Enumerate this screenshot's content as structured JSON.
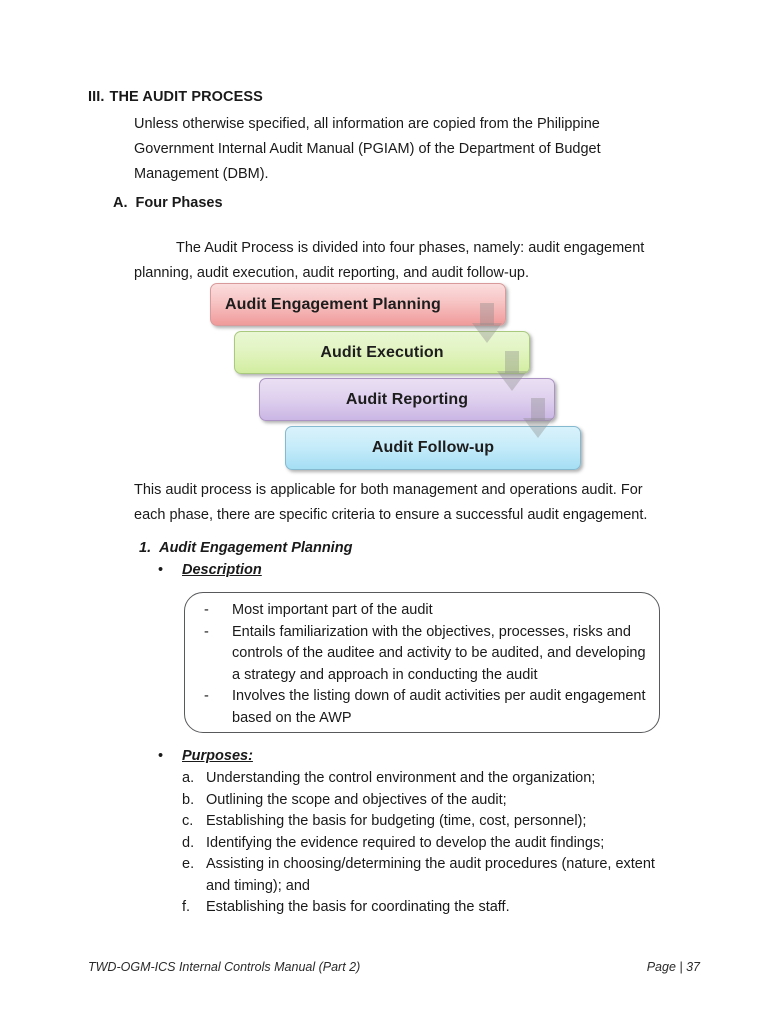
{
  "section": {
    "number": "III.",
    "title": "THE AUDIT PROCESS",
    "intro": "Unless otherwise specified, all information are copied from the Philippine Government Internal Audit Manual (PGIAM) of the Department of Budget Management (DBM)."
  },
  "subsection": {
    "letter": "A.",
    "title": "Four Phases",
    "paragraph": "The Audit Process is divided into four phases, namely: audit engagement planning, audit execution, audit reporting, and audit follow-up.",
    "closing_paragraph": "This audit process is applicable for both management and operations audit. For each phase, there are specific criteria to ensure a successful audit engagement."
  },
  "diagram": {
    "phases": [
      {
        "label": "Audit Engagement Planning",
        "color": "#f7c3c3"
      },
      {
        "label": "Audit Execution",
        "color": "#e2f4c2"
      },
      {
        "label": "Audit Reporting",
        "color": "#e0d2ef"
      },
      {
        "label": "Audit Follow-up",
        "color": "#c7ecfa"
      }
    ],
    "arrow_icon": "arrow-down-icon"
  },
  "phase_detail": {
    "number": "1.",
    "title": "Audit Engagement Planning",
    "description_label": "Description",
    "description_items": [
      "Most important part of the audit",
      "Entails familiarization with the objectives, processes, risks and controls of the auditee and activity to be audited, and developing a strategy and approach in conducting the audit",
      "Involves the listing down of audit activities per audit engagement based on the AWP"
    ],
    "purposes_label": "Purposes:",
    "purposes": [
      {
        "mark": "a.",
        "text": "Understanding the control environment and the organization;"
      },
      {
        "mark": "b.",
        "text": "Outlining the scope and objectives of the audit;"
      },
      {
        "mark": "c.",
        "text": "Establishing the basis for budgeting (time, cost, personnel);"
      },
      {
        "mark": "d.",
        "text": "Identifying the evidence required to develop the audit findings;"
      },
      {
        "mark": "e.",
        "text": "Assisting in choosing/determining the audit procedures (nature, extent and timing); and"
      },
      {
        "mark": "f.",
        "text": "Establishing the basis for coordinating the staff."
      }
    ],
    "bullet_glyph": "•",
    "dash_glyph": "-"
  },
  "footer": {
    "document": "TWD-OGM-ICS Internal Controls Manual (Part 2)",
    "page": "Page | 37"
  }
}
